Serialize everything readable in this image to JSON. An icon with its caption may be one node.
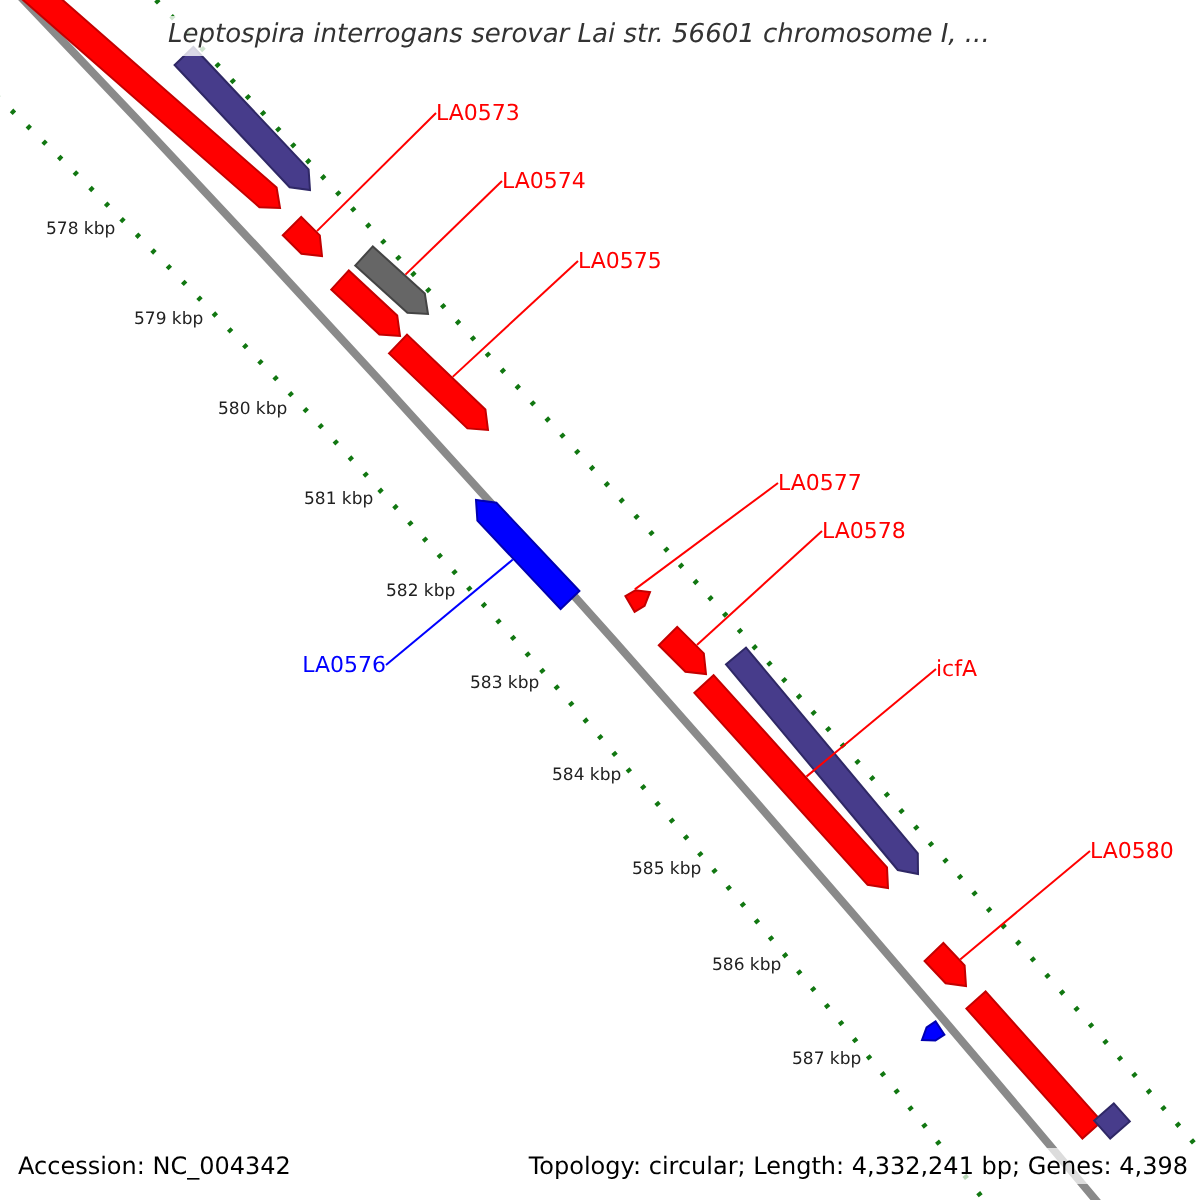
{
  "diagram": {
    "title": "Leptospira interrogans serovar Lai str. 56601 chromosome I, ...",
    "nodes": [
      {
        "text": [
          "LA0573"
        ]
      },
      {
        "text": [
          "LA0574"
        ]
      },
      {
        "text": [
          "LA0575"
        ]
      },
      {
        "text": [
          "LA0577"
        ]
      },
      {
        "text": [
          "LA0578"
        ]
      },
      {
        "text": [
          "LA0576"
        ]
      },
      {
        "text": [
          "icfA"
        ]
      },
      {
        "text": [
          "LA0580"
        ]
      },
      {
        "text": [],
        "shape": "bar"
      },
      {
        "text": [],
        "shape": "bar"
      },
      {
        "text": [],
        "shape": "bar"
      },
      {
        "text": [],
        "shape": "bar"
      },
      {
        "text": [],
        "shape": "bar"
      },
      {
        "text": [],
        "shape": "bar"
      },
      {
        "text": [],
        "shape": "bar"
      },
      {
        "text": [],
        "shape": "bar"
      },
      {
        "text": [],
        "shape": "bar"
      },
      {
        "text": [],
        "shape": "bar"
      },
      {
        "text": [],
        "shape": "bar"
      },
      {
        "text": [],
        "shape": "bar"
      },
      {
        "text": [],
        "shape": "bar"
      },
      {
        "text": [],
        "shape": "bar"
      },
      {
        "text": [],
        "shape": "bar"
      }
    ],
    "edges": [
      {
        "from": 0,
        "to": 10,
        "arrow": "none"
      },
      {
        "from": 1,
        "to": 11,
        "arrow": "none"
      },
      {
        "from": 2,
        "to": 13,
        "arrow": "none"
      },
      {
        "from": 3,
        "to": 15,
        "arrow": "none"
      },
      {
        "from": 4,
        "to": 16,
        "arrow": "none"
      },
      {
        "from": 5,
        "to": 14,
        "arrow": "none",
        "color": "#0000ff"
      },
      {
        "from": 6,
        "to": 18,
        "arrow": "none"
      },
      {
        "from": 7,
        "to": 19,
        "arrow": "none"
      }
    ],
    "labels": [
      "578 kbp",
      "579 kbp",
      "580 kbp",
      "581 kbp",
      "582 kbp",
      "583 kbp",
      "584 kbp",
      "585 kbp",
      "586 kbp",
      "587 kbp",
      "Accession: NC_004342",
      "Topology: circular; Length: 4,332,241 bp; Genes: 4,398"
    ]
  }
}
